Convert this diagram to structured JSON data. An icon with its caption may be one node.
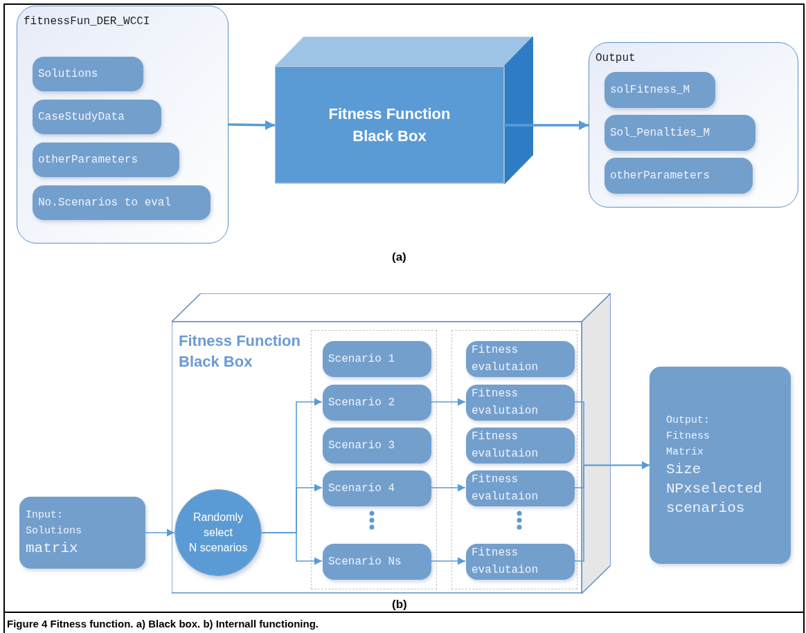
{
  "diagram": {
    "caption": "Figure 4 Fitness function. a) Black box. b) Internall functioning.",
    "nodes": [
      {
        "text": [
          "fitnessFun_DER_WCCI"
        ]
      },
      {
        "text": [
          "Solutions"
        ],
        "in": 0
      },
      {
        "text": [
          "CaseStudyData"
        ],
        "in": 0
      },
      {
        "text": [
          "otherParameters"
        ],
        "in": 0
      },
      {
        "text": [
          "No.Scenarios to eval"
        ],
        "in": 0
      },
      {
        "text": [
          "Fitness Function Black Box"
        ]
      },
      {
        "text": [
          "Output"
        ]
      },
      {
        "text": [
          "solFitness_M"
        ],
        "in": 6
      },
      {
        "text": [
          "Sol_Penalties_M"
        ],
        "in": 6
      },
      {
        "text": [
          "otherParameters"
        ],
        "in": 6
      },
      {
        "text": [
          "Fitness Function Black Box"
        ]
      },
      {
        "text": [],
        "shape": "box",
        "in": 10
      },
      {
        "text": [
          "Scenario 1"
        ],
        "in": 11
      },
      {
        "text": [
          "Scenario 2"
        ],
        "in": 11
      },
      {
        "text": [
          "Scenario 3"
        ],
        "in": 11
      },
      {
        "text": [
          "Scenario 4"
        ],
        "in": 11
      },
      {
        "text": [
          "Scenario Ns"
        ],
        "in": 11
      },
      {
        "text": [],
        "shape": "box",
        "in": 10
      },
      {
        "text": [
          "Fitness evalutaion"
        ],
        "in": 17
      },
      {
        "text": [
          "Fitness evalutaion"
        ],
        "in": 17
      },
      {
        "text": [
          "Fitness evalutaion"
        ],
        "in": 17
      },
      {
        "text": [
          "Fitness evalutaion"
        ],
        "in": 17
      },
      {
        "text": [
          "Fitness evalutaion"
        ],
        "in": 17
      },
      {
        "text": [
          "Input: Solutions",
          "matrix"
        ]
      },
      {
        "text": [
          "Randomly select N scenarios"
        ],
        "in": 10
      },
      {
        "text": [
          "Output: Fitness Matrix",
          "Size NPxselected scenarios"
        ]
      }
    ],
    "edges": [
      {
        "from": 0,
        "to": 5,
        "arrow": "to",
        "style": "thick"
      },
      {
        "from": 5,
        "to": 6,
        "arrow": "to",
        "style": "thick"
      },
      {
        "from": 23,
        "to": 24,
        "arrow": "to"
      },
      {
        "from": 24,
        "to": 13,
        "arrow": "to"
      },
      {
        "from": 24,
        "to": 15,
        "arrow": "to"
      },
      {
        "from": 24,
        "to": 16,
        "arrow": "to"
      },
      {
        "from": 13,
        "to": 19,
        "arrow": "to"
      },
      {
        "from": 15,
        "to": 21,
        "arrow": "to"
      },
      {
        "from": 16,
        "to": 22,
        "arrow": "to"
      },
      {
        "from": 19,
        "to": 25,
        "arrow": "to"
      },
      {
        "from": 21,
        "to": 25,
        "arrow": "to"
      },
      {
        "from": 22,
        "to": 25,
        "arrow": "to"
      }
    ],
    "labels": [
      "(a)",
      "(b)"
    ]
  }
}
